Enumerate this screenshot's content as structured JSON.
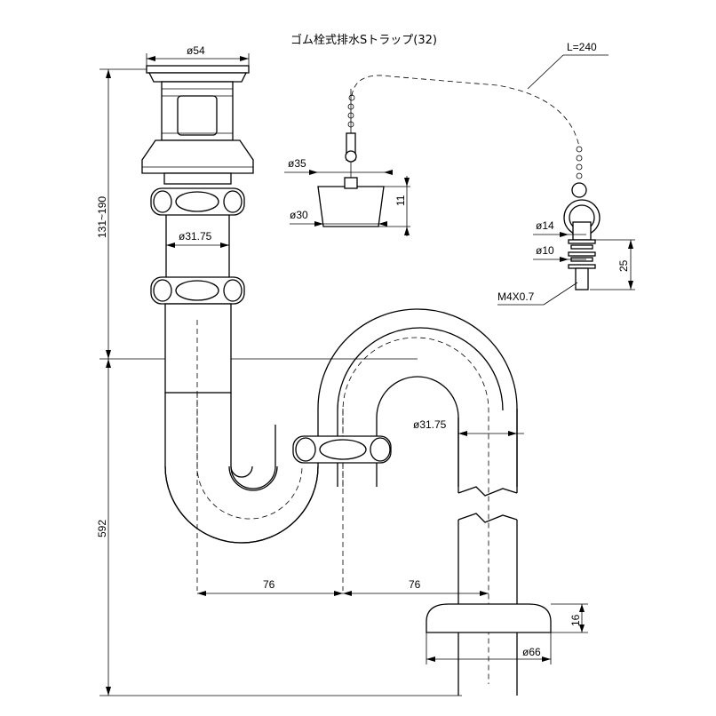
{
  "diagram": {
    "title": "ゴム栓式排水Sトラップ(32)",
    "dimensions": {
      "flange_diameter": "ø54",
      "chain_length": "L=240",
      "stopper_top_diameter": "ø35",
      "stopper_bottom_diameter": "ø30",
      "stopper_height": "11",
      "overall_top_height": "131~190",
      "pipe_diameter_upper": "ø31.75",
      "pipe_diameter_trap": "ø31.75",
      "ring_diameter": "ø14",
      "washer_diameter": "ø10",
      "bolt_spec": "M4X0.7",
      "bolt_length": "25",
      "trap_height": "592",
      "offset_left": "76",
      "offset_right": "76",
      "escutcheon_height": "16",
      "escutcheon_diameter": "ø66"
    }
  }
}
